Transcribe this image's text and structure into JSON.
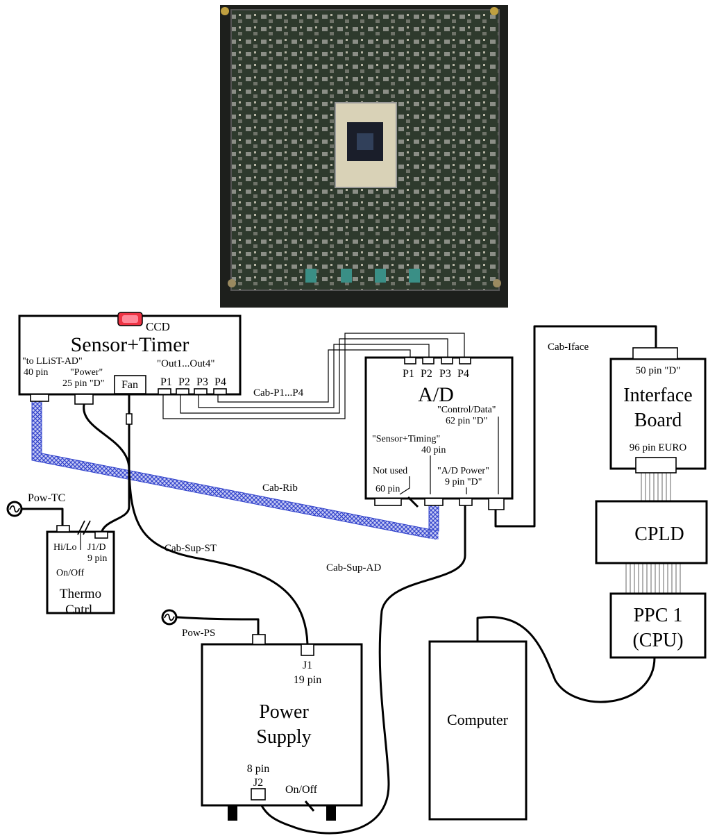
{
  "photo": {
    "name": "Sensor+Timer board photograph",
    "bg_color": "#1d1f1c",
    "board_color": "#2e3a2d"
  },
  "sensor_timer": {
    "title": "Sensor+Timer",
    "ccd_label": "CCD",
    "ccd_color": "#ee3344",
    "lliST_label": "\"to LLiST-AD\"",
    "lliST_pins": "40 pin",
    "power_label": "\"Power\"",
    "power_pins": "25 pin \"D\"",
    "fan_label": "Fan",
    "out_label": "\"Out1...Out4\"",
    "ports": [
      "P1",
      "P2",
      "P3",
      "P4"
    ]
  },
  "ad": {
    "title": "A/D",
    "ports": [
      "P1",
      "P2",
      "P3",
      "P4"
    ],
    "control_label": "\"Control/Data\"",
    "control_pins": "62 pin \"D\"",
    "sensor_timing_label": "\"Sensor+Timing\"",
    "sensor_timing_pins": "40 pin",
    "not_used_label": "Not used",
    "not_used_pins": "60 pin",
    "power_label": "\"A/D Power\"",
    "power_pins": "9 pin \"D\""
  },
  "interface_board": {
    "line1": "Interface",
    "line2": "Board",
    "top_connector": "50 pin \"D\"",
    "bottom_connector": "96 pin EURO"
  },
  "cpld": {
    "label": "CPLD"
  },
  "ppc": {
    "line1": "PPC 1",
    "line2": "(CPU)"
  },
  "thermo": {
    "hilo": "Hi/Lo",
    "j1d": "J1/D",
    "pins": "9 pin",
    "onoff": "On/Off",
    "line1": "Thermo",
    "line2": "Cntrl."
  },
  "power_supply": {
    "line1": "Power",
    "line2": "Supply",
    "j1": "J1",
    "j1_pins": "19 pin",
    "j2": "J2",
    "j2_pins": "8 pin",
    "onoff": "On/Off"
  },
  "computer": {
    "label": "Computer"
  },
  "cables": {
    "p1p4": "Cab-P1...P4",
    "rib": "Cab-Rib",
    "sup_st": "Cab-Sup-ST",
    "sup_ad": "Cab-Sup-AD",
    "iface": "Cab-Iface",
    "pow_tc": "Pow-TC",
    "pow_ps": "Pow-PS"
  },
  "colors": {
    "ribbon": "#3344cc",
    "ribbon_bg": "#c8ccf4"
  }
}
